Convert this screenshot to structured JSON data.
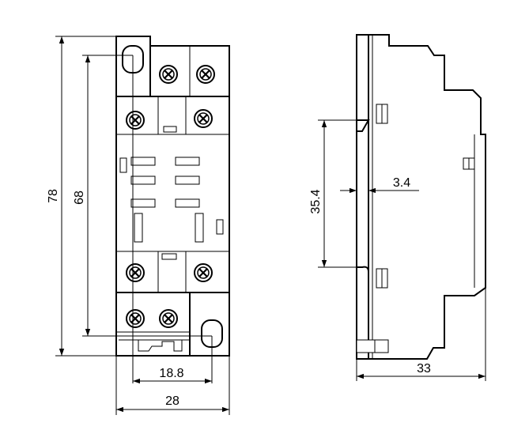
{
  "front_view": {
    "dimensions": {
      "overall_height": "78",
      "mount_hole_spacing": "68",
      "hole_offset": "18.8",
      "overall_width": "28"
    }
  },
  "side_view": {
    "dimensions": {
      "rail_height": "35.4",
      "rail_offset": "3.4",
      "depth": "33"
    }
  }
}
